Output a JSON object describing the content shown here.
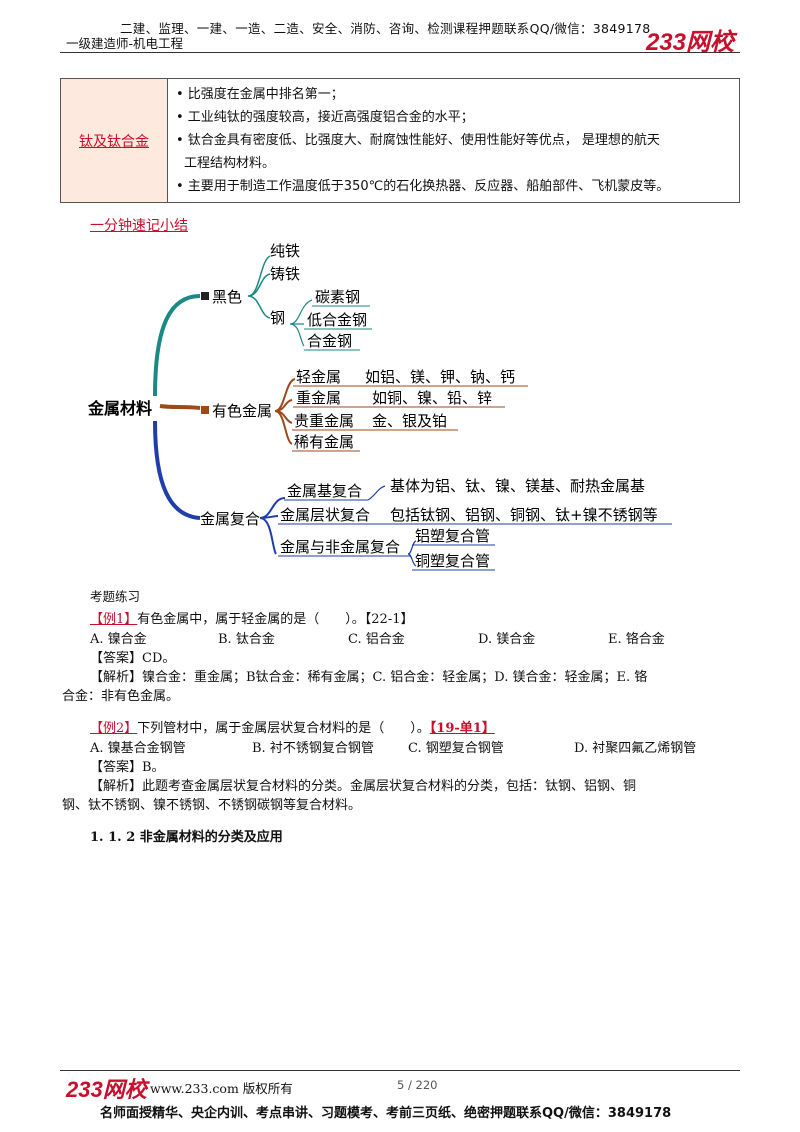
{
  "header": {
    "top_line": "二建、监理、一建、一造、二造、安全、消防、咨询、检测课程押题联系QQ/微信：3849178",
    "sub_line": "一级建造师-机电工程",
    "logo": "233网校"
  },
  "table": {
    "label": "钛及钛合金",
    "bullets": [
      "• 比强度在金属中排名第一；",
      "• 工业纯钛的强度较高，接近高强度铝合金的水平；",
      "• 钛合金具有密度低、比强度大、耐腐蚀性能好、使用性能好等优点， 是理想的航天",
      "工程结构材料。",
      "• 主要用于制造工作温度低于350℃的石化换热器、反应器、船舶部件、飞机蒙皮等。"
    ]
  },
  "section_title": "一分钟速记小结",
  "mindmap": {
    "root": "金属材料",
    "black": "黑色",
    "black_items": [
      "纯铁",
      "铸铁",
      "钢"
    ],
    "steel_items": [
      "碳素钢",
      "低合金钢",
      "合金钢"
    ],
    "nonferrous": "有色金属",
    "nonferrous_items": [
      {
        "name": "轻金属",
        "detail": "如铝、镁、钾、钠、钙"
      },
      {
        "name": "重金属",
        "detail": "如铜、镍、铅、锌"
      },
      {
        "name": "贵重金属",
        "detail": "金、银及铂"
      },
      {
        "name": "稀有金属",
        "detail": ""
      }
    ],
    "composite": "金属复合",
    "composite_items": [
      {
        "name": "金属基复合",
        "detail": "基体为铝、钛、镍、镁基、耐热金属基"
      },
      {
        "name": "金属层状复合",
        "detail": "包括钛钢、铝钢、铜钢、钛+镍不锈钢等"
      },
      {
        "name": "金属与非金属复合",
        "detail": ""
      }
    ],
    "nonmetal_items": [
      "铝塑复合管",
      "铜塑复合管"
    ],
    "colors": {
      "teal": "#1a8a85",
      "brown": "#9c4a1a",
      "blue": "#1f3fa8"
    }
  },
  "exam": {
    "heading": "考题练习",
    "q1": {
      "tag": "【例1】",
      "text": "有色金属中，属于轻金属的是（　　）。【22-1】",
      "options": [
        "A. 镍合金",
        "B. 钛合金",
        "C. 铝合金",
        "D. 镁合金",
        "E. 铬合金"
      ],
      "answer": "【答案】CD。",
      "analysis_1": "【解析】镍合金：重金属；B钛合金：稀有金属；C. 铝合金：轻金属；D. 镁合金：轻金属；E. 铬",
      "analysis_2": "合金：非有色金属。"
    },
    "q2": {
      "tag": "【例2】",
      "text": "下列管材中，属于金属层状复合材料的是（　　）。",
      "source": "【19-单1】",
      "options": [
        "A. 镍基合金钢管",
        "B. 衬不锈钢复合钢管",
        "C. 钢塑复合钢管",
        "D. 衬聚四氟乙烯钢管"
      ],
      "answer": "【答案】B。",
      "analysis_1": "【解析】此题考查金属层状复合材料的分类。金属层状复合材料的分类，包括：钛钢、铝钢、铜",
      "analysis_2": "钢、钛不锈钢、镍不锈钢、不锈钢碳钢等复合材料。"
    },
    "next_section": "1. 1. 2 非金属材料的分类及应用"
  },
  "footer": {
    "logo": "233网校",
    "site": "www.233.com 版权所有",
    "page": "5 / 220",
    "bottom_line": "名师面授精华、央企内训、考点串讲、习题模考、考前三页纸、绝密押题联系QQ/微信：3849178"
  }
}
